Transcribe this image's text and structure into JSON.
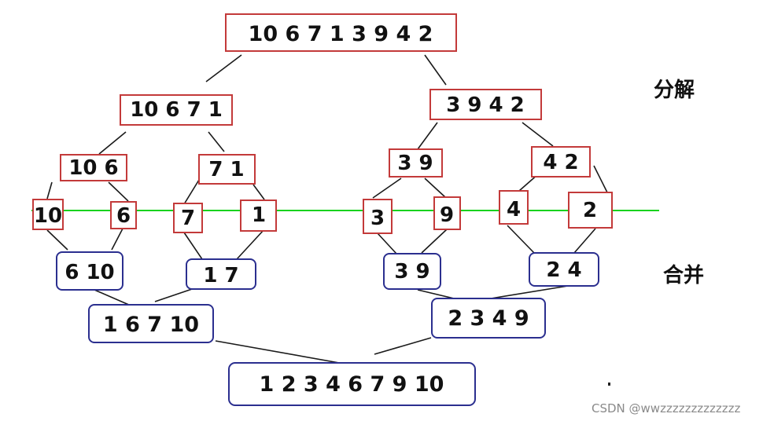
{
  "colors": {
    "split_box": "#c33a3a",
    "merge_box": "#2b2f8f",
    "divider": "#19d21e",
    "text": "#111111"
  },
  "labels": {
    "split": "分解",
    "merge": "合并"
  },
  "watermark": "CSDN @wwzzzzzzzzzzzzz",
  "split": {
    "root": "10 6 7 1 3 9 4 2",
    "left": "10 6 7 1",
    "right": "3 9 4 2",
    "ll": "10 6",
    "lr": "7 1",
    "rl": "3 9",
    "rr": "4 2",
    "leaves": [
      "10",
      "6",
      "7",
      "1",
      "3",
      "9",
      "4",
      "2"
    ]
  },
  "merge": {
    "pairs": [
      "6 10",
      "1 7",
      "3 9",
      "2 4"
    ],
    "halves": [
      "1 6 7 10",
      "2 3 4 9"
    ],
    "result": "1 2 3 4 6 7 9 10"
  }
}
